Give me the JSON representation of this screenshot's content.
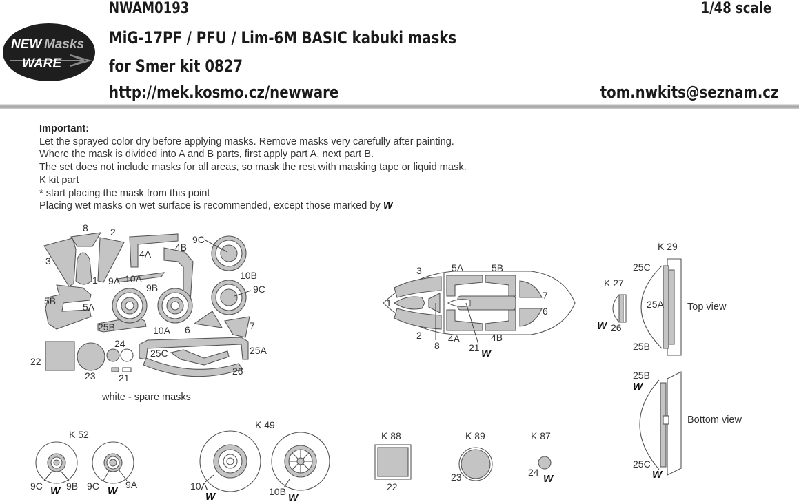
{
  "header": {
    "code": "NWAM0193",
    "scale": "1/48 scale",
    "title": "MiG-17PF / PFU / Lim-6M BASIC kabuki masks",
    "subtitle": "for Smer kit 0827",
    "url": "http://mek.kosmo.cz/newware",
    "email": "tom.nwkits@seznam.cz"
  },
  "logo": {
    "line1": "NEW",
    "line2": "Masks",
    "line3": "WARE"
  },
  "notes": {
    "title": "Important:",
    "lines": [
      "Let the sprayed color dry before applying masks. Remove masks very carefully after painting.",
      "Where the mask is divided into A and B parts, first apply part A, next part B.",
      "The set does not include masks for all areas, so mask the rest with masking tape or liquid mask.",
      "K kit part",
      "*  start placing the mask from this point",
      "Placing wet masks on wet surface is recommended, except those marked by"
    ],
    "mark": "W"
  },
  "sheet": {
    "labels": {
      "l8": "8",
      "l2": "2",
      "l3": "3",
      "l9c": "9C",
      "l4b": "4B",
      "l4a": "4A",
      "l1": "1",
      "l9a": "9A",
      "l10a": "10A",
      "l9b": "9B",
      "l10b": "10B",
      "l9c2": "9C",
      "l5b": "5B",
      "l5a": "5A",
      "l6": "6",
      "l7": "7",
      "l25b": "25B",
      "l10a2": "10A",
      "l24": "24",
      "l25c": "25C",
      "l25a": "25A",
      "l22": "22",
      "l23": "23",
      "l21": "21",
      "l26": "26"
    },
    "caption": "white - spare masks"
  },
  "canopy": {
    "labels": {
      "l3": "3",
      "l5a": "5A",
      "l5b": "5B",
      "l1": "1",
      "l7": "7",
      "l6": "6",
      "l2": "2",
      "l8": "8",
      "l4a": "4A",
      "l4b": "4B",
      "l21": "21"
    }
  },
  "kits": {
    "k29": {
      "name": "K 29",
      "view": "Top view",
      "l25c": "25C",
      "l25a": "25A",
      "l25b": "25B"
    },
    "k27": {
      "name": "K 27",
      "l26": "26"
    },
    "bottom": {
      "view": "Bottom view",
      "l25b": "25B",
      "l25c": "25C"
    },
    "k52": {
      "name": "K 52",
      "l9c": "9C",
      "l9b": "9B",
      "l9c2": "9C",
      "l9a": "9A"
    },
    "k49": {
      "name": "K 49",
      "l10a": "10A",
      "l10b": "10B"
    },
    "k88": {
      "name": "K 88",
      "l22": "22"
    },
    "k89": {
      "name": "K 89",
      "l23": "23"
    },
    "k87": {
      "name": "K 87",
      "l24": "24"
    }
  },
  "colors": {
    "mask_fill": "#c4c4c4",
    "outline": "#555555",
    "rule": "#a0a0a0",
    "logo_bg": "#1e1e1e"
  }
}
